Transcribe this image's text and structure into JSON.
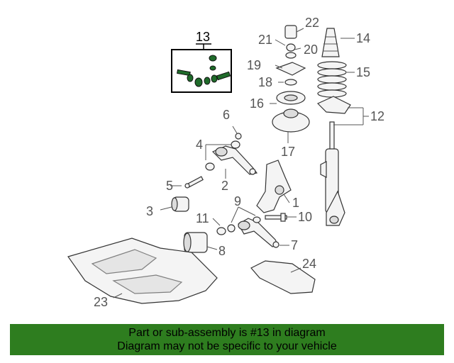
{
  "callouts": {
    "c1": "1",
    "c2": "2",
    "c3": "3",
    "c4": "4",
    "c5": "5",
    "c6": "6",
    "c7": "7",
    "c8": "8",
    "c9": "9",
    "c10": "10",
    "c11": "11",
    "c12": "12",
    "c13": "13",
    "c14": "14",
    "c15": "15",
    "c16": "16",
    "c17": "17",
    "c18": "18",
    "c19": "19",
    "c20": "20",
    "c21": "21",
    "c22": "22",
    "c23": "23",
    "c24": "24"
  },
  "banner": {
    "line1": "Part or sub-assembly is #13 in diagram",
    "line2": "Diagram may not be specific to your vehicle"
  },
  "colors": {
    "banner_bg": "#2e7d1f",
    "highlight_hardware": "#1f6b2a"
  }
}
